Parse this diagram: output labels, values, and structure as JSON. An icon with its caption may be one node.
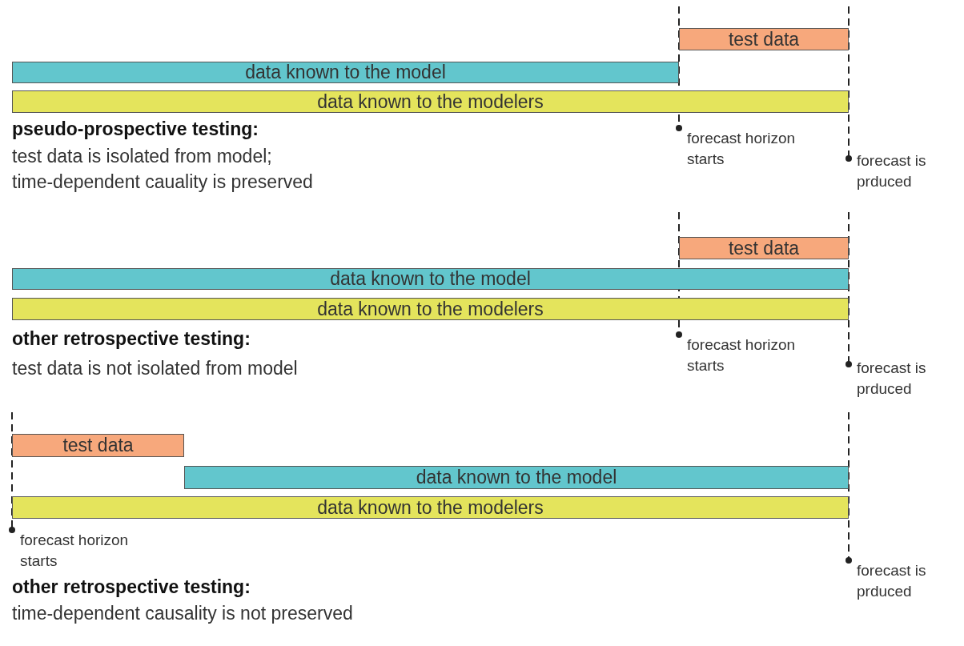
{
  "diagram": {
    "nodes": [
      {
        "text": [
          "test data"
        ]
      },
      {
        "text": [
          "data known to the model"
        ]
      },
      {
        "text": [
          "data known to the modelers"
        ]
      },
      {
        "text": [
          "test data"
        ]
      },
      {
        "text": [
          "data known to the model"
        ]
      },
      {
        "text": [
          "data known to the modelers"
        ]
      },
      {
        "text": [
          "test data"
        ]
      },
      {
        "text": [
          "data known to the model"
        ]
      },
      {
        "text": [
          "data known to the modelers"
        ]
      }
    ],
    "labels": [
      "pseudo-prospective testing:",
      "forecast horizon starts",
      "forecast is prduced",
      "test data is isolated from model;",
      "time-dependent cauality is preserved",
      "other retrospective testing:",
      "forecast horizon starts",
      "test data is not isolated from model",
      "forecast is prduced",
      "forecast horizon starts",
      "forecast is prduced",
      "other retrospective testing:",
      "time-dependent causality is not preserved"
    ]
  }
}
